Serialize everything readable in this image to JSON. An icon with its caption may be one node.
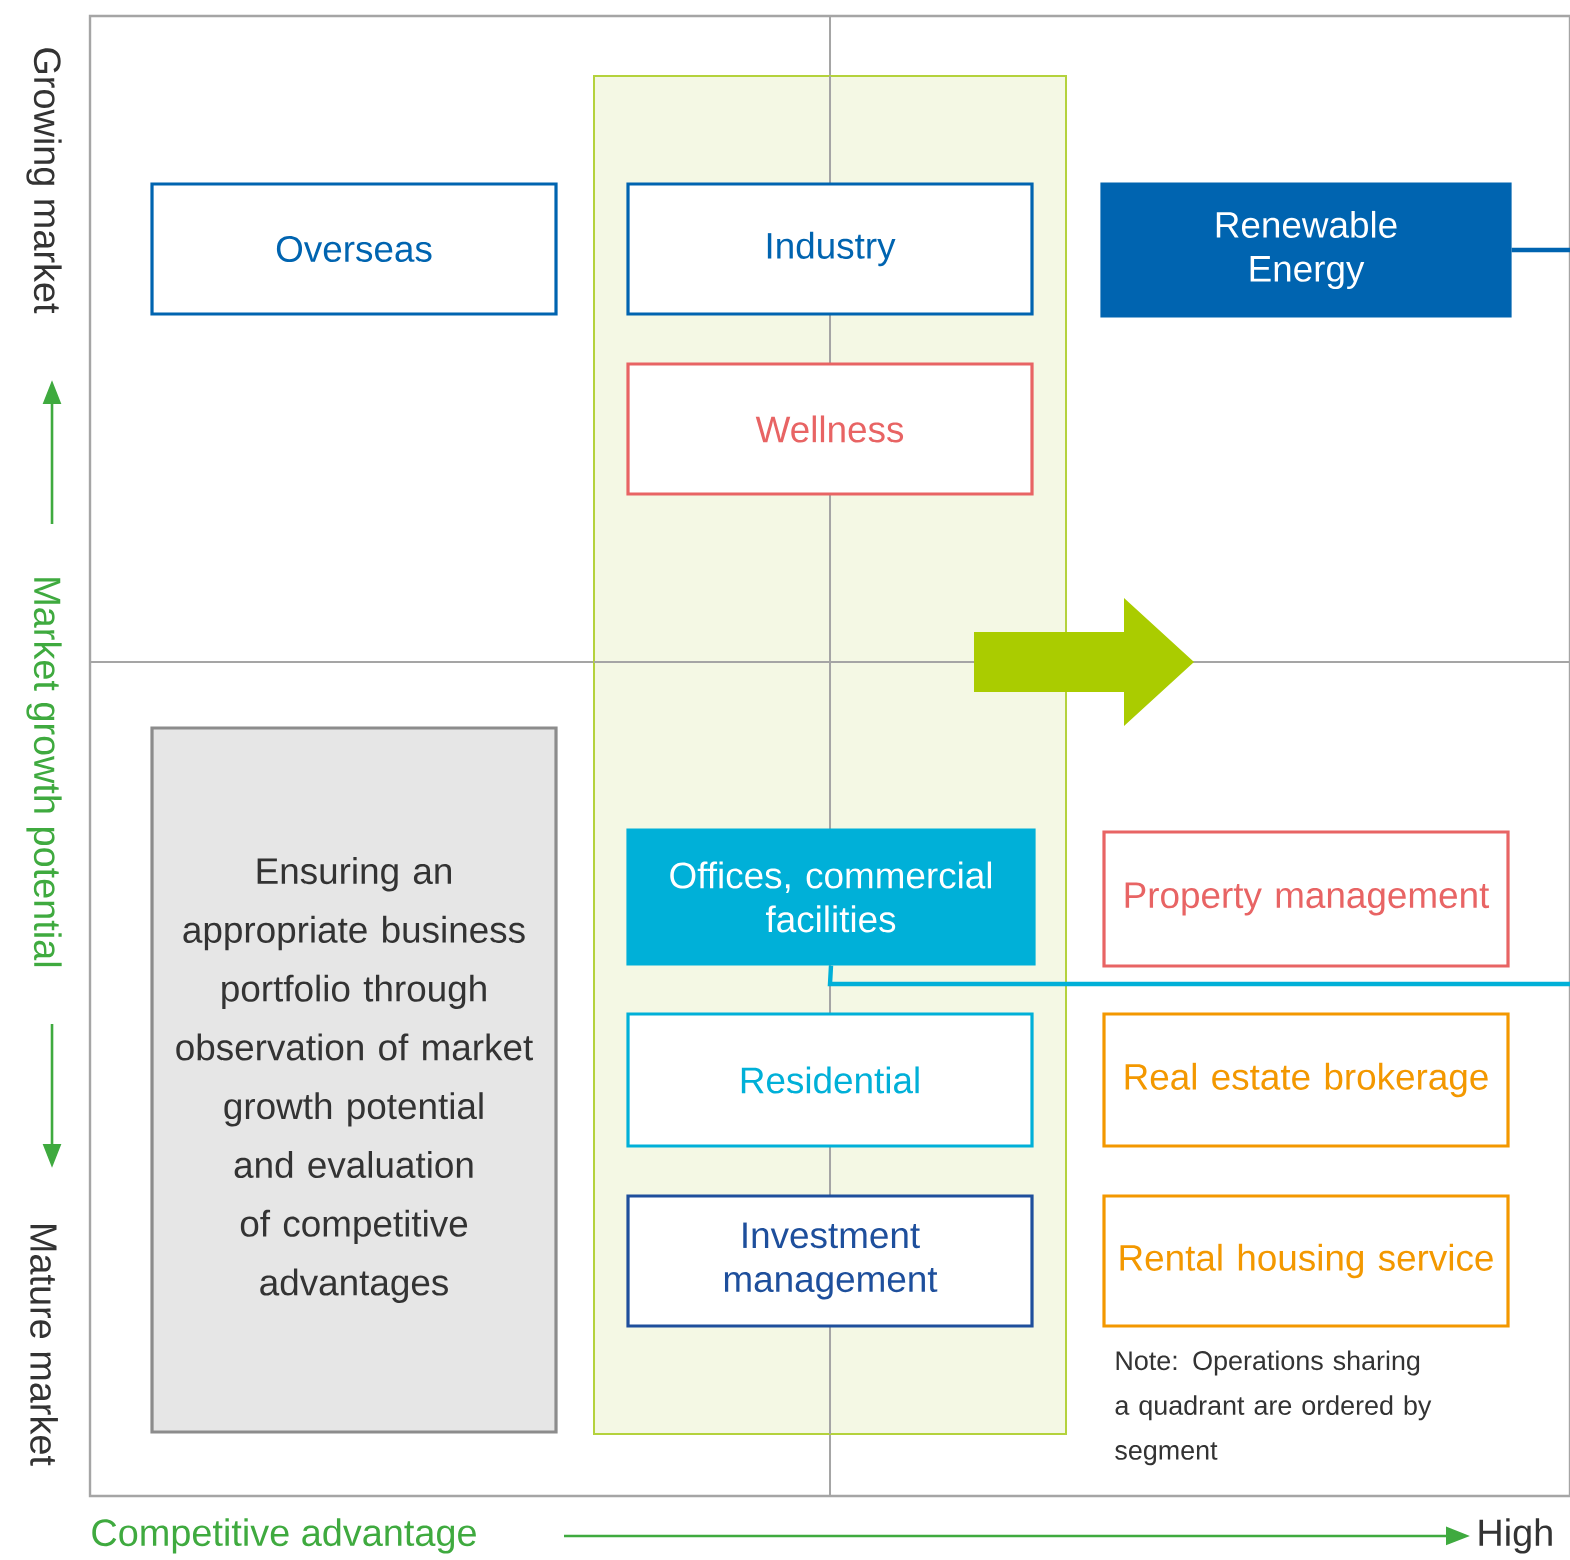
{
  "diagram": {
    "nodes": [
      {
        "text": [
          "Overseas"
        ]
      },
      {
        "text": [
          "Industry"
        ]
      },
      {
        "text": [
          "Wellness"
        ]
      },
      {
        "text": [
          "Renewable Energy"
        ]
      },
      {
        "text": [
          "Ensuring an appropriate business portfolio through observation of market growth potential and evaluation of competitive advantages"
        ]
      },
      {
        "text": [
          "Offices, commercial facilities"
        ]
      },
      {
        "text": [
          "Property management"
        ]
      },
      {
        "text": [
          "Residential"
        ]
      },
      {
        "text": [
          "Real estate brokerage"
        ]
      },
      {
        "text": [
          "Investment management"
        ]
      },
      {
        "text": [
          "Rental housing service"
        ]
      }
    ],
    "edges": [
      {
        "from": 3,
        "to": null,
        "arrow": "none",
        "color": "#0064b0"
      },
      {
        "from": 5,
        "to": null,
        "arrow": "none",
        "color": "#00b0d8"
      }
    ],
    "labels": [
      "Growing market",
      "Market growth potential",
      "Mature market",
      "Competitive advantage",
      "High",
      "Note: Operations sharing a quadrant are ordered by segment"
    ]
  }
}
